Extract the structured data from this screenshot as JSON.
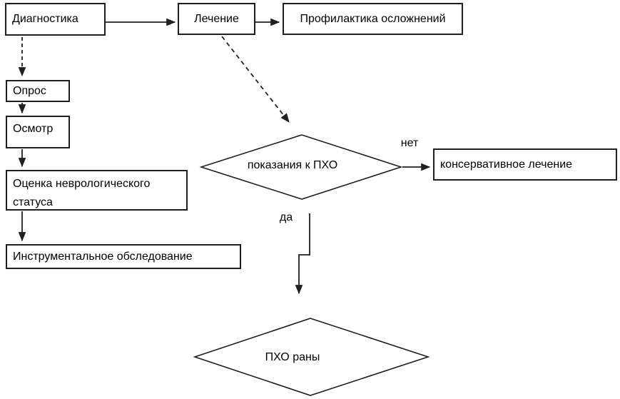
{
  "flowchart": {
    "process_boxes": {
      "diagnostics": "Диагностика",
      "treatment": "Лечение",
      "complication_prevention": "Профилактика осложнений",
      "interview": "Опрос",
      "examination": "Осмотр",
      "neuro_status": "Оценка неврологического статуса",
      "instrumental": "Инструментальное обследование",
      "conservative": "консервативное лечение"
    },
    "decision_nodes": {
      "pst_indications": "показания к ПХО",
      "pst_wound": "ПХО раны"
    },
    "branch_labels": {
      "no": "нет",
      "yes": "да"
    },
    "colors": {
      "line": "#1f1f1f",
      "background": "#ffffff",
      "text": "#000000"
    }
  }
}
